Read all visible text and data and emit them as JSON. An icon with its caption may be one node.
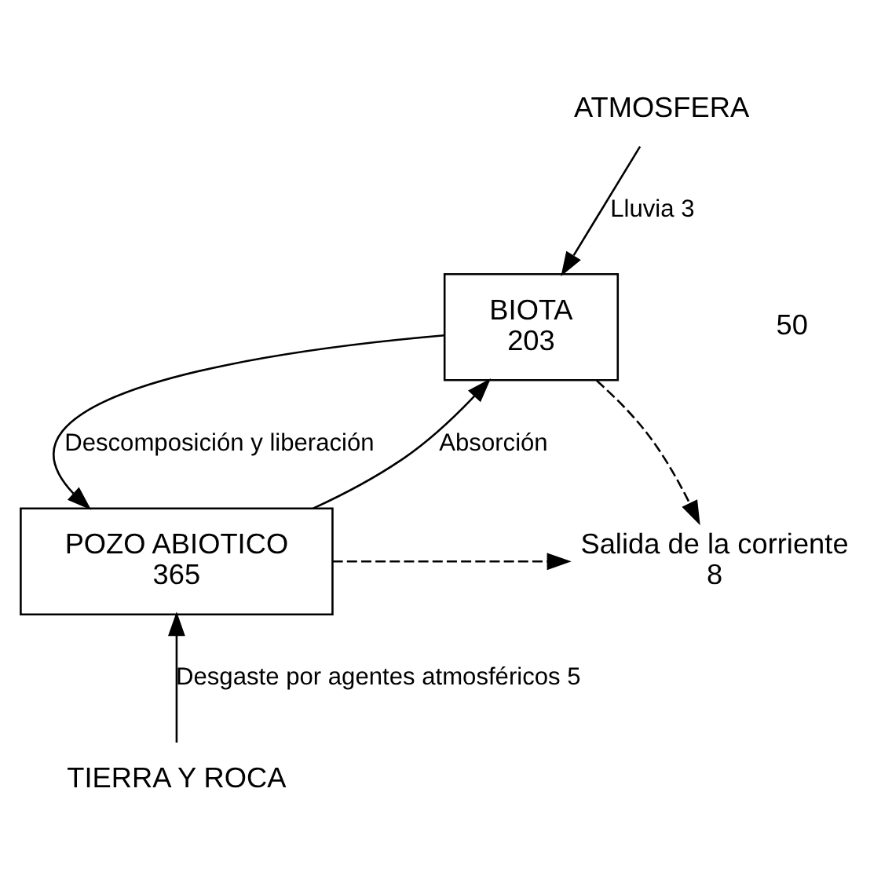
{
  "diagram": {
    "nodes": [
      {
        "text": [
          "ATMOSFERA"
        ]
      },
      {
        "text": [
          "BIOTA",
          "203"
        ]
      },
      {
        "text": [
          "POZO ABIOTICO",
          "365"
        ]
      },
      {
        "text": [
          "TIERRA Y ROCA"
        ]
      },
      {
        "text": [
          "Salida de la corriente",
          "8"
        ]
      }
    ],
    "edges": [
      {
        "from": 0,
        "to": 1,
        "arrow": "to",
        "label": "Lluvia 3"
      },
      {
        "from": 2,
        "to": 1,
        "arrow": "to",
        "label": "Absorción"
      },
      {
        "from": 1,
        "to": 2,
        "arrow": "to",
        "label": "Descomposición y liberación"
      },
      {
        "from": 1,
        "to": 4,
        "arrow": "to",
        "style": "dashed"
      },
      {
        "from": 2,
        "to": 4,
        "arrow": "to",
        "style": "dashed"
      },
      {
        "from": 3,
        "to": 2,
        "arrow": "to",
        "label": "Desgaste por agentes atmosféricos 5"
      }
    ],
    "labels": [
      "50"
    ]
  }
}
